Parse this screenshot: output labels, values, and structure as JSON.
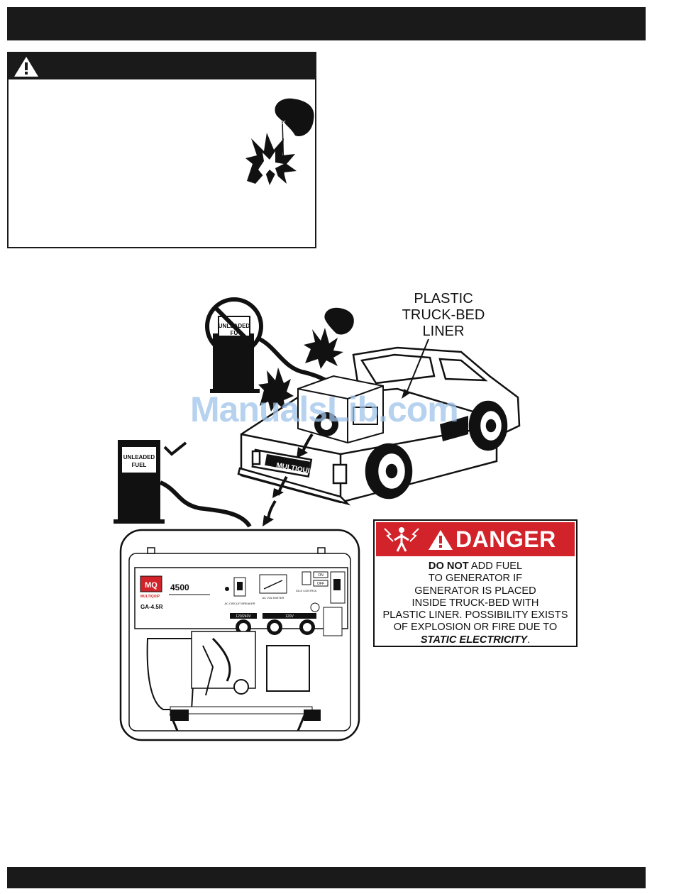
{
  "liner_label": [
    "PLASTIC",
    "TRUCK-BED",
    "LINER"
  ],
  "pump_label_top": "UNLEADED",
  "pump_label_top_partial": "FU",
  "pump_label_bottom": [
    "UNLEADED",
    "FUEL"
  ],
  "truck_brand": "MULTIQUIP",
  "generator": {
    "model": "4500",
    "sub_model": "GA-4.5R",
    "brand": "MULTIQUIP",
    "labels": {
      "breaker": "AC CIRCUIT BREAKER",
      "voltmeter": "AC VOLTMETER",
      "idle": "IDLE CONTROL",
      "on": "ON",
      "off": "OFF",
      "v120_240": "120/240V",
      "v120": "120V"
    }
  },
  "danger": {
    "heading": "DANGER",
    "lines": [
      {
        "bold": "DO NOT",
        "rest": " ADD FUEL"
      },
      {
        "text": "TO GENERATOR IF"
      },
      {
        "text": "GENERATOR IS PLACED"
      },
      {
        "text": "INSIDE TRUCK-BED WITH"
      },
      {
        "text": "PLASTIC LINER. POSSIBILITY EXISTS"
      },
      {
        "text": "OF EXPLOSION OR FIRE DUE TO"
      },
      {
        "italic": "STATIC ELECTRICITY",
        "rest": "."
      }
    ]
  },
  "watermark": "ManualsLib.com",
  "colors": {
    "bar": "#1a1a1a",
    "danger_red": "#d2232a",
    "watermark": "#9fc4ea"
  }
}
